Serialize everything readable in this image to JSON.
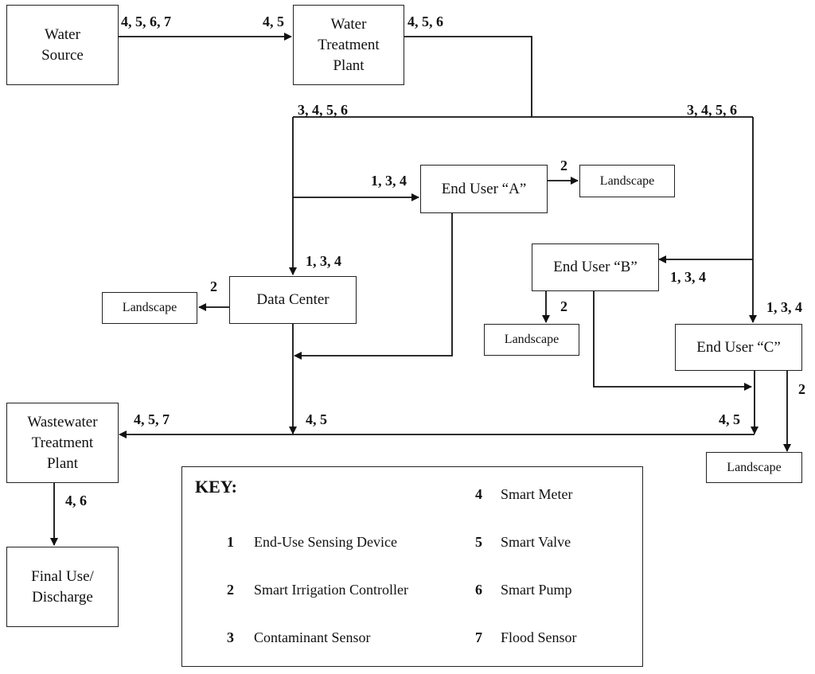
{
  "nodes": {
    "water_source": "Water\nSource",
    "water_treatment_plant": "Water\nTreatment\nPlant",
    "end_user_a": "End User “A”",
    "landscape_a": "Landscape",
    "data_center": "Data Center",
    "landscape_dc": "Landscape",
    "end_user_b": "End User “B”",
    "landscape_b": "Landscape",
    "end_user_c": "End User “C”",
    "landscape_c": "Landscape",
    "wastewater_treatment_plant": "Wastewater\nTreatment\nPlant",
    "final_use": "Final Use/\nDischarge"
  },
  "labels": {
    "ws_out": "4, 5, 6, 7",
    "wtp_in": "4, 5",
    "wtp_out": "4, 5, 6",
    "left_branch": "3, 4, 5, 6",
    "right_branch": "3, 4, 5, 6",
    "to_user_a": "1, 3, 4",
    "user_a_landscape": "2",
    "to_data_center": "1, 3, 4",
    "dc_landscape": "2",
    "to_user_b": "1, 3, 4",
    "user_b_landscape": "2",
    "to_user_c": "1, 3, 4",
    "user_c_landscape": "2",
    "dc_out": "4, 5",
    "user_c_out": "4, 5",
    "wwtp_in": "4, 5, 7",
    "wwtp_out": "4, 6"
  },
  "key": {
    "title": "KEY:",
    "items": [
      {
        "num": "1",
        "text": "End-Use Sensing Device"
      },
      {
        "num": "2",
        "text": "Smart Irrigation Controller"
      },
      {
        "num": "3",
        "text": "Contaminant Sensor"
      },
      {
        "num": "4",
        "text": "Smart Meter"
      },
      {
        "num": "5",
        "text": "Smart Valve"
      },
      {
        "num": "6",
        "text": "Smart Pump"
      },
      {
        "num": "7",
        "text": "Flood Sensor"
      }
    ]
  }
}
